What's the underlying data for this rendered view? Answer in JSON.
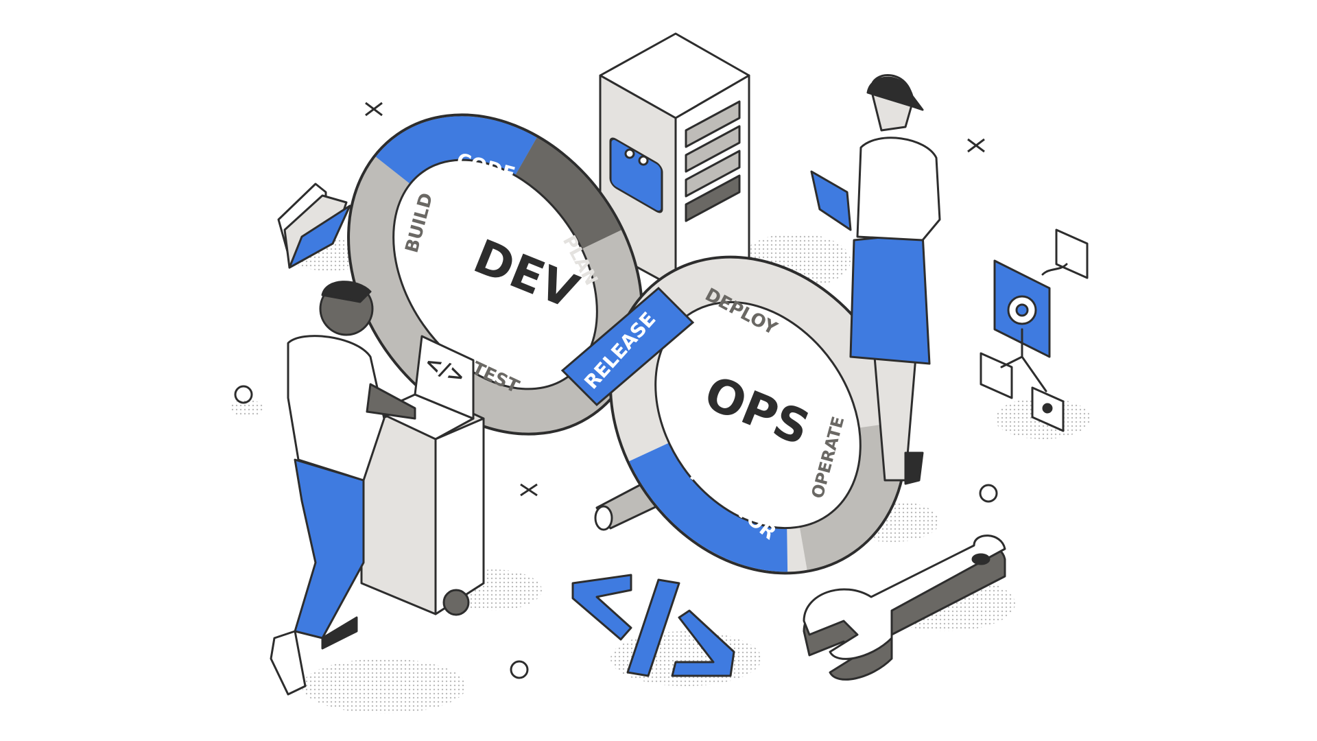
{
  "title": "DevOps infinity loop illustration",
  "loop": {
    "left_center": "DEV",
    "right_center": "OPS",
    "stages": {
      "code": "CODE",
      "build": "BUILD",
      "plan": "PLAN",
      "test": "TEST",
      "release": "RELEASE",
      "deploy": "DEPLOY",
      "operate": "OPERATE",
      "monitor": "MONITOR"
    }
  },
  "laptop_screen": "</>",
  "colors": {
    "accent": "#3f7be0",
    "outline": "#2d2d2d",
    "light": "#e4e2df",
    "mid": "#bebcb8",
    "dark": "#6a6864"
  }
}
